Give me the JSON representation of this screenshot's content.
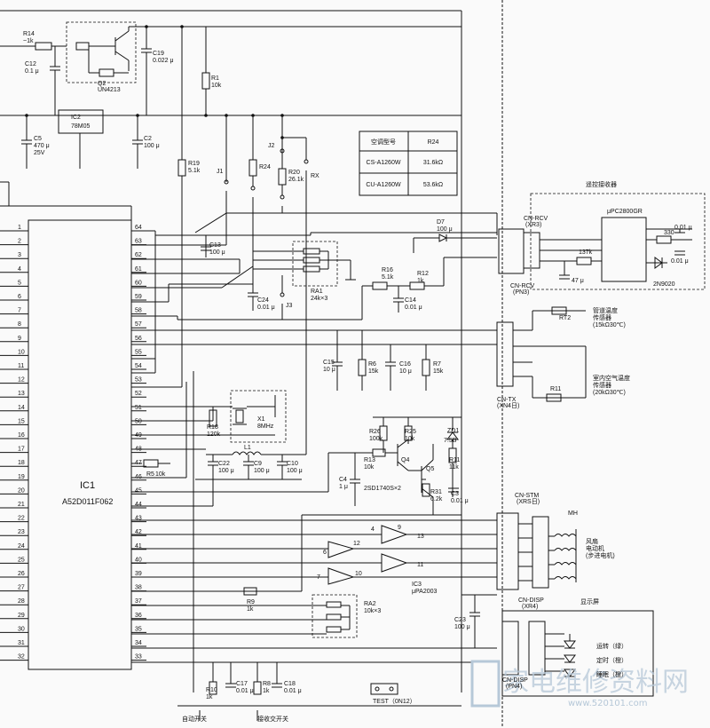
{
  "ic1": {
    "name": "IC1",
    "part": "A52D011F062"
  },
  "left_pins": [
    "1",
    "2",
    "3",
    "4",
    "5",
    "6",
    "7",
    "8",
    "9",
    "10",
    "11",
    "12",
    "13",
    "14",
    "15",
    "16",
    "17",
    "18",
    "19",
    "20",
    "21",
    "22",
    "23",
    "24",
    "25",
    "26",
    "27",
    "28",
    "29",
    "30",
    "31",
    "32"
  ],
  "right_pins": [
    "64",
    "63",
    "62",
    "61",
    "60",
    "59",
    "58",
    "57",
    "56",
    "55",
    "54",
    "53",
    "52",
    "51",
    "50",
    "49",
    "48",
    "47",
    "46",
    "45",
    "44",
    "43",
    "42",
    "41",
    "40",
    "39",
    "38",
    "37",
    "36",
    "35",
    "34",
    "33"
  ],
  "components": {
    "r14": "R14",
    "r14v": "~1k",
    "c12": "C12",
    "c12v": "0.1 μ",
    "q2": "Q2",
    "q2v": "UN4213",
    "c19": "C19",
    "c19v": "0.022 μ",
    "r1": "R1",
    "r1v": "10k",
    "ic2": "IC2",
    "ic2v": "78M05",
    "c5": "C5",
    "c5v1": "470 μ",
    "c5v2": "25V",
    "c2": "C2",
    "c2v": "100 μ",
    "r19": "R19",
    "r19v": "5.1k",
    "j1": "J1",
    "r24": "R24",
    "j2": "J2",
    "r20": "R20",
    "r20v": "26.1k",
    "rx": "RX",
    "c13": "C13",
    "c13v": "100 μ",
    "c24": "C24",
    "c24v": "0.01 μ",
    "ra1": "RA1",
    "ra1v": "24k×3",
    "j3": "J3",
    "d7": "D7",
    "d7v": "100 μ",
    "r16": "R16",
    "r16v": "5.1k",
    "r12": "R12",
    "r12v": "1k",
    "c14": "C14",
    "c14v": "0.01 μ",
    "c15": "C15",
    "c15v": "10 μ",
    "r6": "R6",
    "r6v": "15k",
    "c16": "C16",
    "c16v": "10 μ",
    "r7": "R7",
    "r7v": "15k",
    "r18": "R18",
    "r18v": "120k",
    "x1": "X1",
    "x1v": "8MHz",
    "l1": "L1",
    "c22": "C22",
    "c22v": "100 μ",
    "c9": "C9",
    "c9v": "100 μ",
    "c10": "C10",
    "c10v": "100 μ",
    "r5": "R5",
    "r5v": "10k",
    "r26": "R26",
    "r26v": "100k",
    "r25": "R25",
    "r25v": "10k",
    "zd1": "ZD1",
    "zd1v": "7.5B",
    "r13": "R13",
    "r13v": "10k",
    "q4": "Q4",
    "c4": "C4",
    "c4v": "1 μ",
    "q5": "Q5",
    "r11": "R11",
    "r11v": "11k",
    "r31": "R31",
    "r31v": "6.2k",
    "c3": "C3",
    "c3v": "0.01 μ",
    "q45": "2SD1740S×2",
    "ic3": "IC3",
    "ic3v": "μPA2003",
    "r9": "R9",
    "r9v": "1k",
    "ra2": "RA2",
    "ra2v": "10k×3",
    "c23": "C23",
    "c23v": "100 μ",
    "r10": "R10",
    "r10v": "1k",
    "c17": "C17",
    "c17v": "0.01 μ",
    "r8": "R8",
    "r8v": "1k",
    "c18": "C18",
    "c18v": "0.01 μ",
    "test": "TEST（0N12）",
    "r30": "330",
    "c30": "0.01 μ",
    "r137": "137k",
    "c47": "47 μ",
    "c48": "0.01 μ",
    "zdled": "2N9020",
    "rt2": "RT2",
    "r11b": "R11",
    "ic_recv": "μPC2800GR",
    "recv_title": "遥控接收器",
    "cn_rcv": "CN-RCV",
    "cn_rcv2": "(XR3)",
    "cn_rcv3": "CN-RCV",
    "cn_rcv4": "(PN3)",
    "cn_tx": "CN-TX",
    "cn_tx2": "(XN4日)",
    "cn_stm": "CN-STM",
    "cn_stm2": "(XRS日)",
    "cn_disp": "CN-DISP",
    "cn_disp2": "(XR4)",
    "cn_disp3": "CN-DISP",
    "cn_disp4": "(PN4)",
    "pipe_sensor1": "管道温度",
    "pipe_sensor2": "传感器",
    "pipe_sensor3": "(15kΩ30℃)",
    "room_sensor1": "室内空气温度",
    "room_sensor2": "传感器",
    "room_sensor3": "(20kΩ30℃)",
    "motor1": "风扇",
    "motor2": "电动机",
    "motor3": "(步进电机)",
    "mh": "MH",
    "display_title": "显示屏",
    "led1": "运转（绿）",
    "led2": "定时（橙）",
    "led3": "睡眠（橙）",
    "auto_switch": "自动开关",
    "recv_switch": "接收交开关",
    "ic3_pins": [
      "9",
      "13",
      "12",
      "4",
      "11",
      "6",
      "7",
      "10"
    ]
  },
  "table": {
    "headers": [
      "空调型号",
      "R24"
    ],
    "rows": [
      [
        "CS-A1260W",
        "31.6kΩ"
      ],
      [
        "CU-A1260W",
        "53.6kΩ"
      ]
    ]
  },
  "watermark": {
    "cn": "家电维修资料网",
    "url": "www.520101.com"
  }
}
